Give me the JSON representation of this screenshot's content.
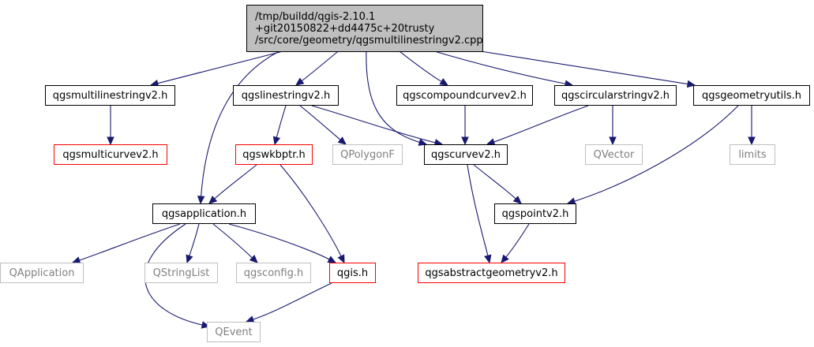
{
  "colors": {
    "edge": "#191970",
    "root_fill": "#bfbfbf",
    "red_border": "#ff0000",
    "gray_border": "#bfbfbf"
  },
  "nodes": {
    "root": {
      "lines": [
        "/tmp/buildd/qgis-2.10.1",
        "+git20150822+dd4475c+20trusty",
        "/src/core/geometry/qgsmultilinestringv2.cpp"
      ]
    },
    "qgsmultilinestringv2": {
      "label": "qgsmultilinestringv2.h",
      "style": "normal"
    },
    "qgslinestringv2": {
      "label": "qgslinestringv2.h",
      "style": "normal"
    },
    "qgscompoundcurvev2": {
      "label": "qgscompoundcurvev2.h",
      "style": "normal"
    },
    "qgscircularstringv2": {
      "label": "qgscircularstringv2.h",
      "style": "normal"
    },
    "qgsgeometryutils": {
      "label": "qgsgeometryutils.h",
      "style": "normal"
    },
    "qgsmulticurvev2": {
      "label": "qgsmulticurvev2.h",
      "style": "red"
    },
    "qgswkbptr": {
      "label": "qgswkbptr.h",
      "style": "red"
    },
    "QPolygonF": {
      "label": "QPolygonF",
      "style": "gray"
    },
    "qgscurvev2": {
      "label": "qgscurvev2.h",
      "style": "normal"
    },
    "QVector": {
      "label": "QVector",
      "style": "gray"
    },
    "limits": {
      "label": "limits",
      "style": "gray"
    },
    "qgsapplication": {
      "label": "qgsapplication.h",
      "style": "normal"
    },
    "qgspointv2": {
      "label": "qgspointv2.h",
      "style": "normal"
    },
    "QApplication": {
      "label": "QApplication",
      "style": "gray"
    },
    "QStringList": {
      "label": "QStringList",
      "style": "gray"
    },
    "qgsconfig": {
      "label": "qgsconfig.h",
      "style": "gray"
    },
    "qgis": {
      "label": "qgis.h",
      "style": "red"
    },
    "qgsabstractgeometryv2": {
      "label": "qgsabstractgeometryv2.h",
      "style": "red"
    },
    "QEvent": {
      "label": "QEvent",
      "style": "gray"
    }
  },
  "edges": [
    [
      "root",
      "qgsmultilinestringv2"
    ],
    [
      "root",
      "qgsapplication"
    ],
    [
      "root",
      "qgslinestringv2"
    ],
    [
      "root",
      "qgscurvev2"
    ],
    [
      "root",
      "qgscompoundcurvev2"
    ],
    [
      "root",
      "qgscircularstringv2"
    ],
    [
      "root",
      "qgsgeometryutils"
    ],
    [
      "qgsmultilinestringv2",
      "qgsmulticurvev2"
    ],
    [
      "qgslinestringv2",
      "qgswkbptr"
    ],
    [
      "qgslinestringv2",
      "QPolygonF"
    ],
    [
      "qgslinestringv2",
      "qgscurvev2"
    ],
    [
      "qgscompoundcurvev2",
      "qgscurvev2"
    ],
    [
      "qgscircularstringv2",
      "qgscurvev2"
    ],
    [
      "qgscircularstringv2",
      "QVector"
    ],
    [
      "qgsgeometryutils",
      "limits"
    ],
    [
      "qgsgeometryutils",
      "qgspointv2"
    ],
    [
      "qgswkbptr",
      "qgsapplication"
    ],
    [
      "qgswkbptr",
      "qgis"
    ],
    [
      "qgscurvev2",
      "qgspointv2"
    ],
    [
      "qgscurvev2",
      "qgsabstractgeometryv2"
    ],
    [
      "qgspointv2",
      "qgsabstractgeometryv2"
    ],
    [
      "qgsapplication",
      "QApplication"
    ],
    [
      "qgsapplication",
      "QStringList"
    ],
    [
      "qgsapplication",
      "qgsconfig"
    ],
    [
      "qgsapplication",
      "qgis"
    ],
    [
      "qgsapplication",
      "QEvent"
    ],
    [
      "qgis",
      "QEvent"
    ]
  ]
}
